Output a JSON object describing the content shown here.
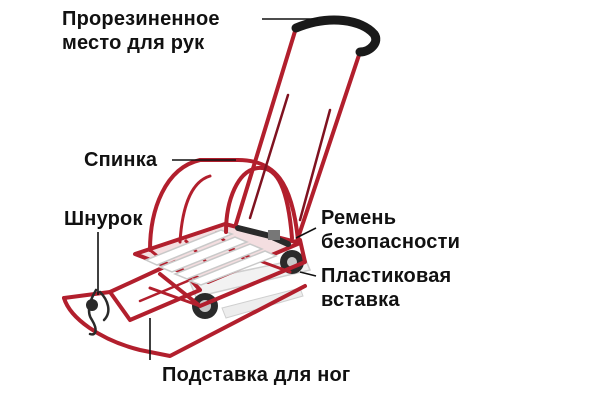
{
  "colors": {
    "frame": "#b21f2d",
    "frame_dark": "#7f1220",
    "slat": "#ffffff",
    "slat_stroke": "#c9c9c9",
    "grip": "#1a1a1a",
    "wheel_rim": "#c7c7c7",
    "text": "#111111",
    "leader": "#111111"
  },
  "labels": {
    "handle_grip": {
      "line1": "Прорезиненное",
      "line2": "место для рук",
      "icon": "rubber-grip"
    },
    "backrest": {
      "text": "Спинка",
      "icon": "backrest-frame"
    },
    "cord": {
      "text": "Шнурок",
      "icon": "tow-cord"
    },
    "belt": {
      "line1": "Ремень",
      "line2": "безопасности",
      "icon": "safety-belt"
    },
    "insert": {
      "line1": "Пластиковая",
      "line2": "вставка",
      "icon": "plastic-insert"
    },
    "footrest": {
      "text": "Подставка для ног",
      "icon": "footrest-frame"
    }
  }
}
